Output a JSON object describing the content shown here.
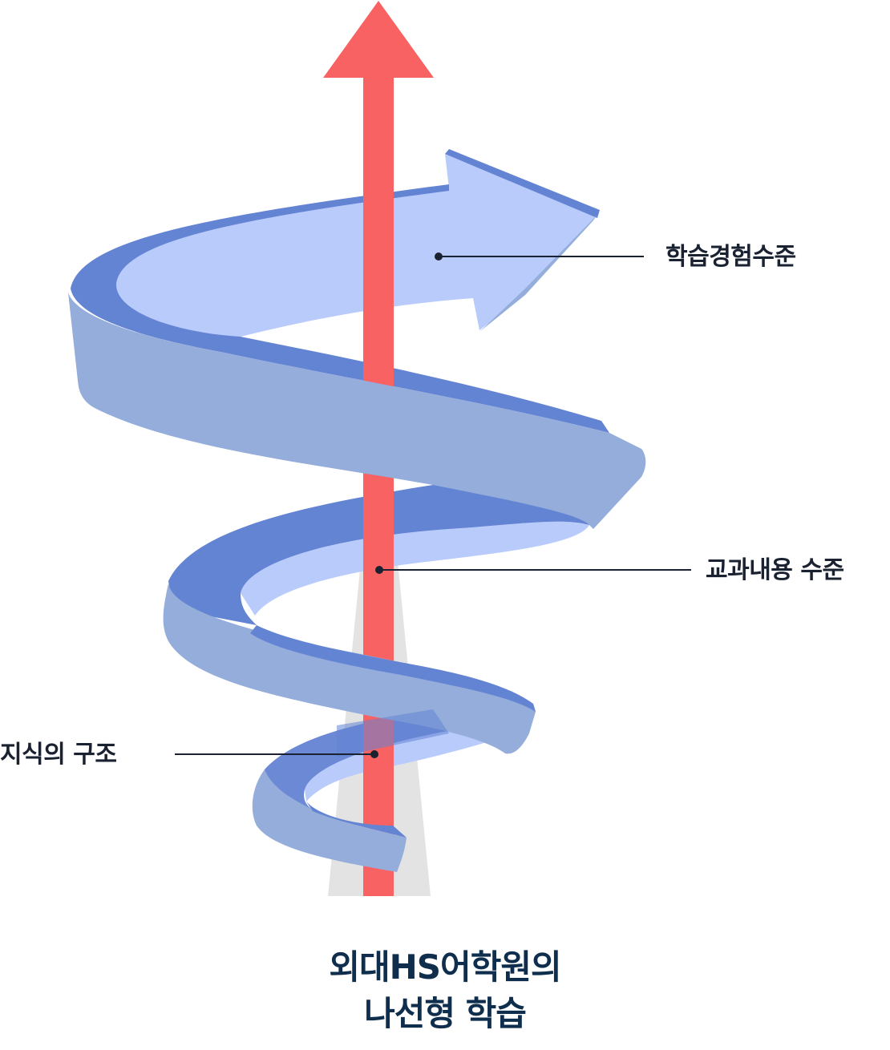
{
  "diagram": {
    "title_line1": "외대HS어학원의",
    "title_line2": "나선형 학습",
    "labels": {
      "experience_level": "학습경험수준",
      "content_level": "교과내용 수준",
      "knowledge_structure": "지식의 구조"
    },
    "colors": {
      "arrow_red": "#F86262",
      "cone_gray": "#E3E3E3",
      "spiral_light": "#B9CBFB",
      "spiral_edge": "#6383D3",
      "spiral_side": "#94ADDB",
      "label_text": "#1A2130",
      "title_text": "#0F2D4C",
      "leader_line": "#1A2130"
    }
  }
}
